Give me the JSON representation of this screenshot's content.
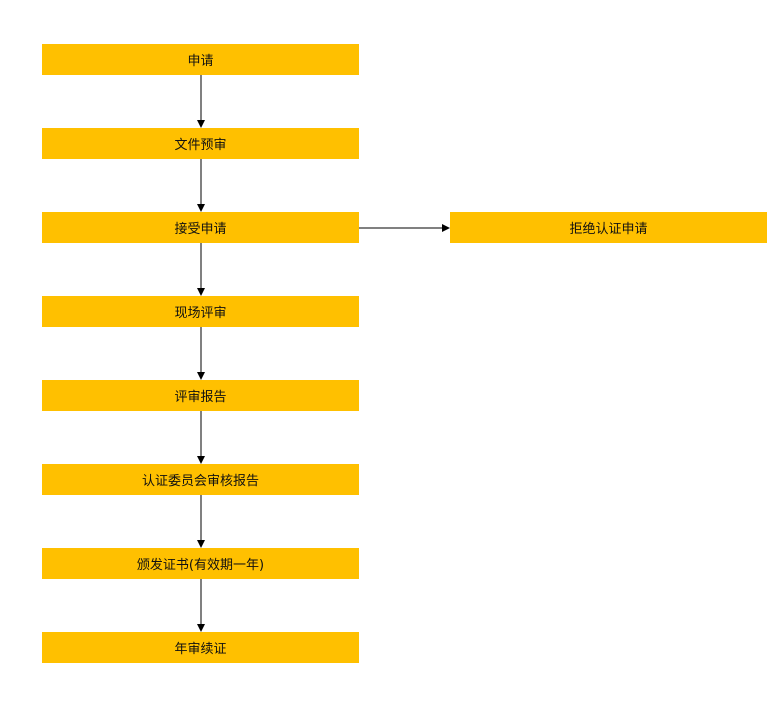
{
  "steps": [
    "申请",
    "文件预审",
    "接受申请",
    "现场评审",
    "评审报告",
    "认证委员会审核报告",
    "颁发证书(有效期一年)",
    "年审续证"
  ],
  "branch": {
    "label": "拒绝认证申请"
  },
  "colors": {
    "box_fill": "#ffc000",
    "arrow": "#000000"
  }
}
